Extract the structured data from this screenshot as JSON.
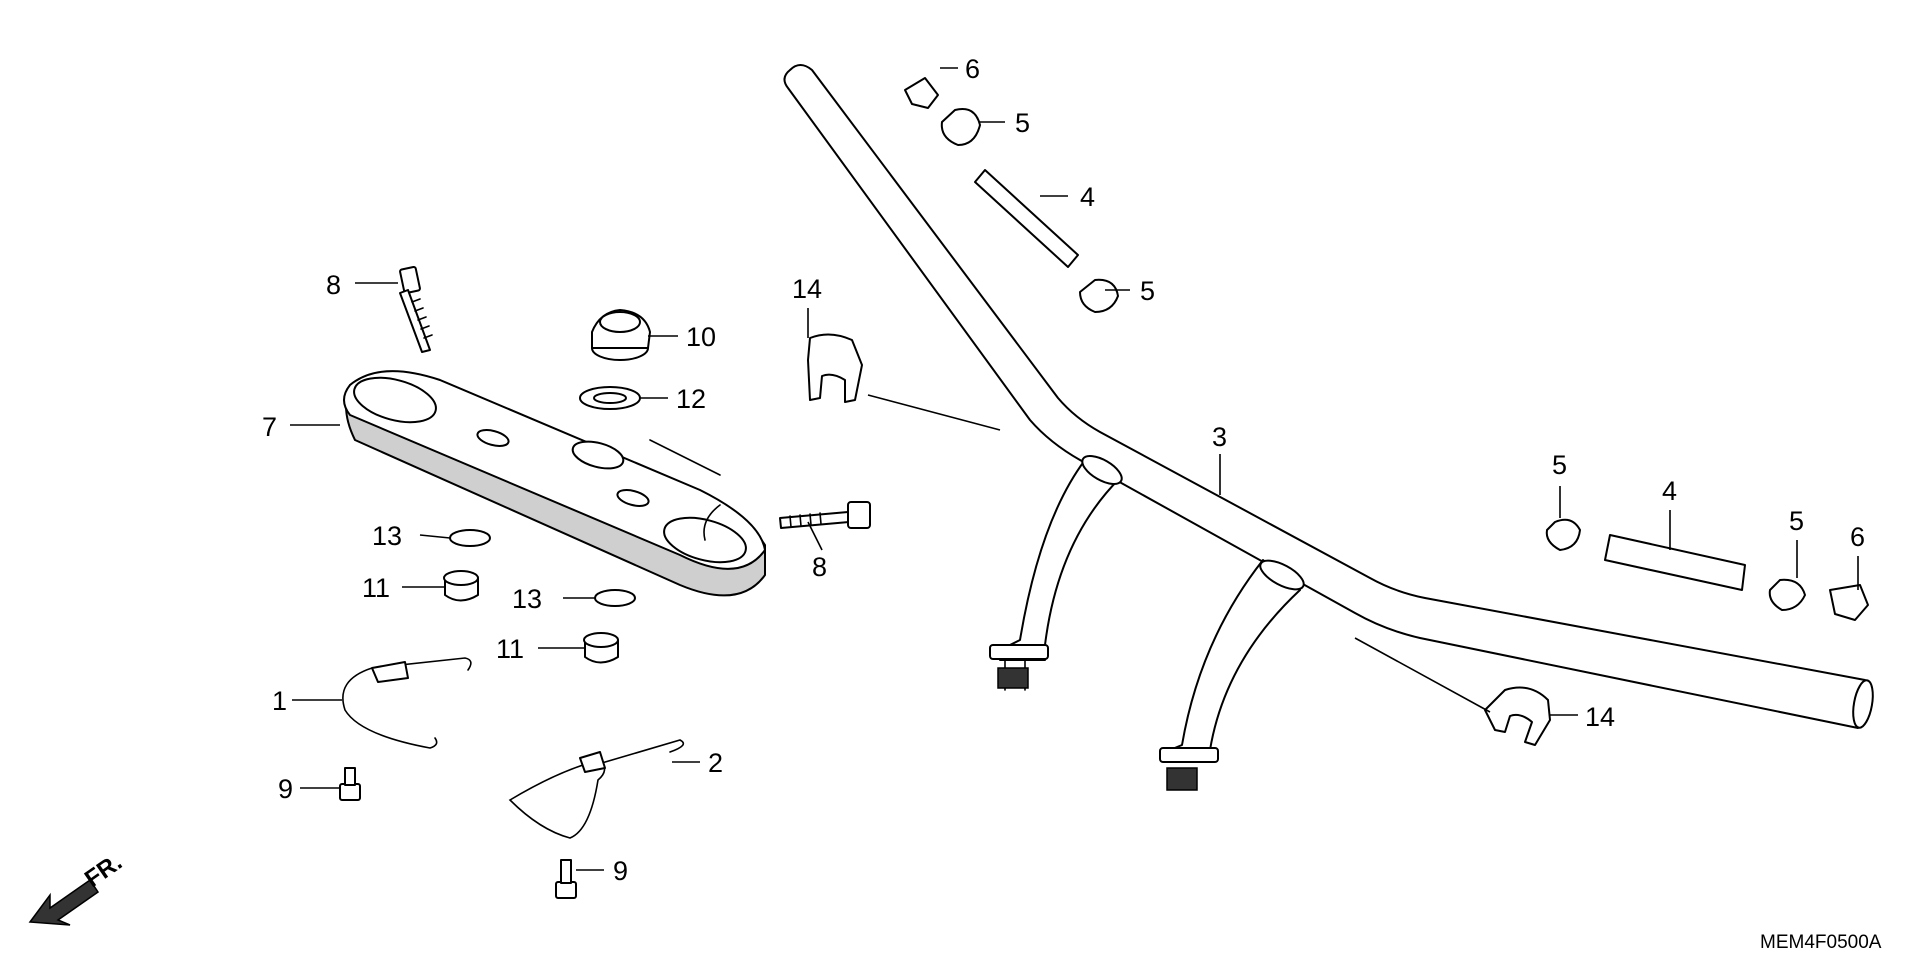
{
  "diagram": {
    "code": "MEM4F0500A",
    "direction_label": "FR.",
    "callouts": {
      "c1": "1",
      "c2": "2",
      "c3": "3",
      "c4a": "4",
      "c4b": "4",
      "c5a": "5",
      "c5b": "5",
      "c5c": "5",
      "c5d": "5",
      "c6a": "6",
      "c6b": "6",
      "c7": "7",
      "c8a": "8",
      "c8b": "8",
      "c9a": "9",
      "c9b": "9",
      "c10": "10",
      "c11a": "11",
      "c11b": "11",
      "c12": "12",
      "c13a": "13",
      "c13b": "13",
      "c14a": "14",
      "c14b": "14"
    }
  }
}
